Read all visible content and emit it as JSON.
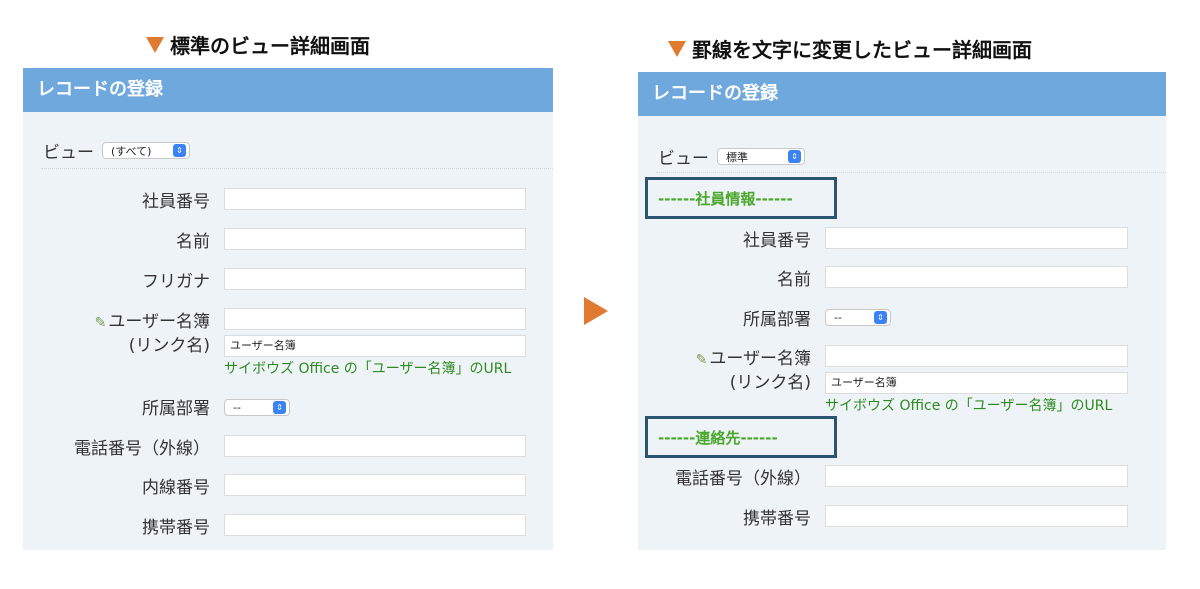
{
  "left": {
    "heading": "標準のビュー詳細画面",
    "panel_title": "レコードの登録",
    "view_label": "ビュー",
    "view_select": "(すべて)",
    "fields": {
      "employee_no": "社員番号",
      "name": "名前",
      "furigana": "フリガナ",
      "user_dir_line1": "ユーザー名簿",
      "user_dir_line2": "(リンク名)",
      "link_name_value": "ユーザー名簿",
      "department": "所属部署",
      "department_value": "--",
      "phone_ext": "電話番号（外線）",
      "phone_int": "内線番号",
      "mobile": "携帯番号"
    },
    "url_text": "サイボウズ Office の「ユーザー名簿」のURL"
  },
  "right": {
    "heading": "罫線を文字に変更したビュー詳細画面",
    "panel_title": "レコードの登録",
    "view_label": "ビュー",
    "view_select": "標準",
    "group1": "------社員情報------",
    "group2": "------連絡先------",
    "fields": {
      "employee_no": "社員番号",
      "name": "名前",
      "department": "所属部署",
      "department_value": "--",
      "user_dir_line1": "ユーザー名簿",
      "user_dir_line2": "(リンク名)",
      "link_name_value": "ユーザー名簿",
      "phone_ext": "電話番号（外線）",
      "mobile": "携帯番号"
    },
    "url_text": "サイボウズ Office の「ユーザー名簿」のURL"
  },
  "colors": {
    "accent_orange": "#e07a2f",
    "header_blue": "#6fa8dc",
    "panel_bg": "#eef3f8",
    "group_border": "#2c5470",
    "group_text": "#4aa82a",
    "url_green": "#2e8b1f"
  },
  "icons": {
    "heading_marker": "orange-down-triangle",
    "transition": "orange-right-triangle",
    "select_chevron": "blue-updown-chevron",
    "link_field": "pencil-icon"
  }
}
